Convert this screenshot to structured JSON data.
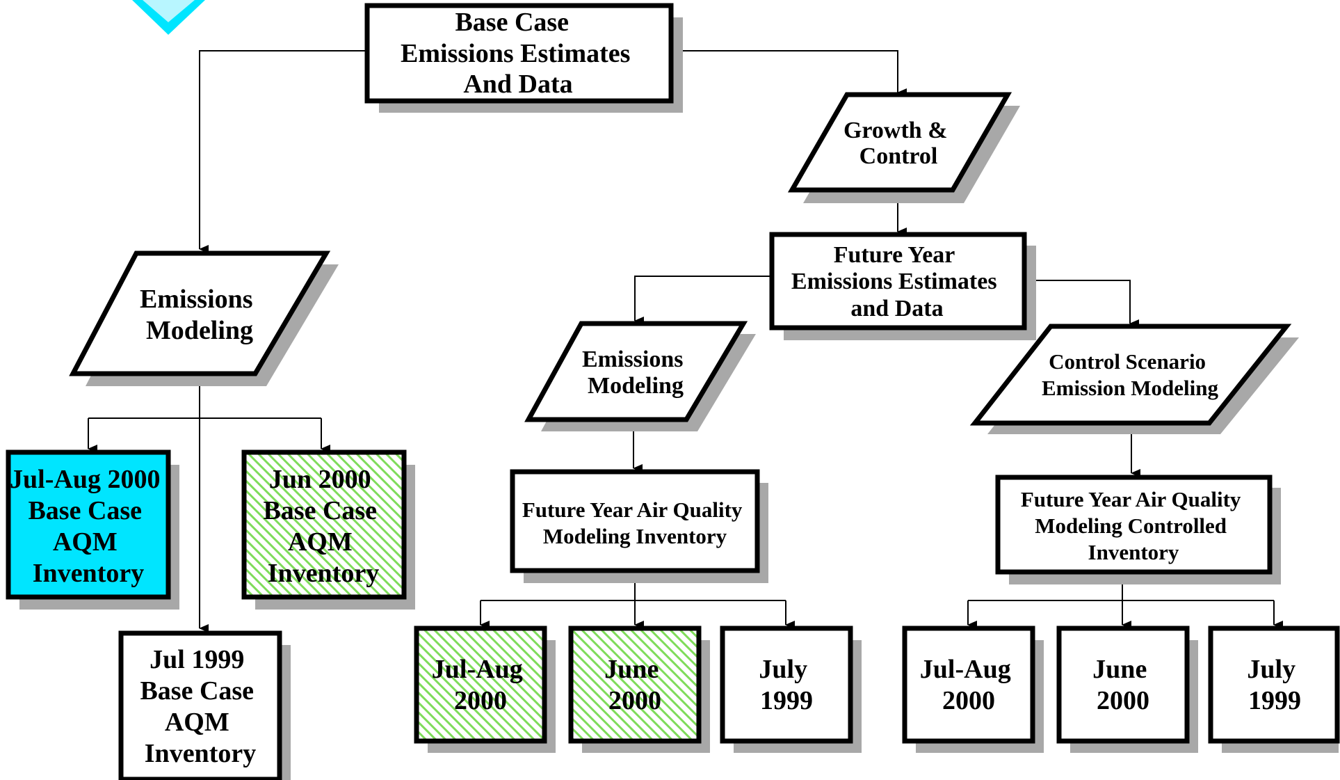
{
  "diagram": {
    "colors": {
      "cyan_fill": "#00e5ff",
      "hatch_green": "#7fdc5a",
      "shadow": "#a8a8a8",
      "stroke": "#000000",
      "background": "#ffffff"
    },
    "nodes": {
      "base_case": {
        "lines": [
          "Base Case",
          "Emissions Estimates",
          "And Data"
        ]
      },
      "growth_control": {
        "lines": [
          "Growth &",
          "Control"
        ]
      },
      "emis_modeling_left": {
        "lines": [
          "Emissions",
          "Modeling"
        ]
      },
      "future_year": {
        "lines": [
          "Future Year",
          "Emissions Estimates",
          "and Data"
        ]
      },
      "emis_modeling_mid": {
        "lines": [
          "Emissions",
          "Modeling"
        ]
      },
      "control_scenario": {
        "lines": [
          "Control Scenario",
          "Emission Modeling"
        ]
      },
      "julaug_base": {
        "lines": [
          "Jul-Aug 2000",
          "Base Case",
          "AQM",
          "Inventory"
        ]
      },
      "jun_base": {
        "lines": [
          "Jun 2000",
          "Base Case",
          "AQM",
          "Inventory"
        ]
      },
      "jul1999_base": {
        "lines": [
          "Jul 1999",
          "Base Case",
          "AQM",
          "Inventory"
        ]
      },
      "fy_aq_inventory": {
        "lines": [
          "Future Year Air Quality",
          "Modeling Inventory"
        ]
      },
      "fy_aq_controlled": {
        "lines": [
          "Future Year Air Quality",
          "Modeling Controlled",
          "Inventory"
        ]
      },
      "mid_julaug": {
        "lines": [
          "Jul-Aug",
          "2000"
        ]
      },
      "mid_june": {
        "lines": [
          "June",
          "2000"
        ]
      },
      "mid_july": {
        "lines": [
          "July",
          "1999"
        ]
      },
      "right_julaug": {
        "lines": [
          "Jul-Aug",
          "2000"
        ]
      },
      "right_june": {
        "lines": [
          "June",
          "2000"
        ]
      },
      "right_july": {
        "lines": [
          "July",
          "1999"
        ]
      }
    }
  }
}
